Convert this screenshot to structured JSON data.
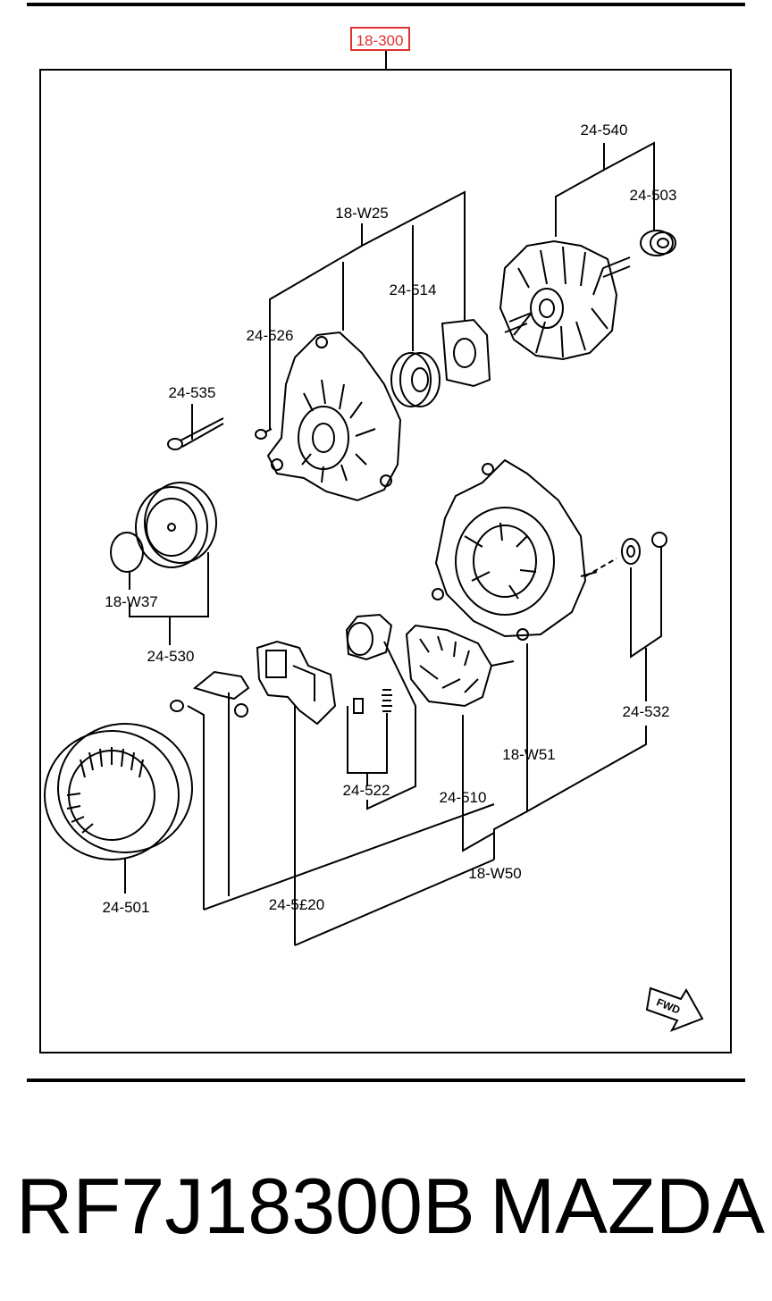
{
  "assembly": {
    "code": "18-300",
    "highlight_color": "#e03030"
  },
  "callouts": {
    "c24_540": "24-540",
    "c24_503": "24-503",
    "c18_w25": "18-W25",
    "c24_514": "24-514",
    "c24_526": "24-526",
    "c24_535": "24-535",
    "c18_w37": "18-W37",
    "c24_530": "24-530",
    "c24_532": "24-532",
    "c18_w51": "18-W51",
    "c24_522": "24-522",
    "c24_510": "24-510",
    "c18_w50": "18-W50",
    "c24_501": "24-501",
    "c24_520": "24-5£20"
  },
  "direction_badge": "FWD",
  "footer": {
    "part_number": "RF7J18300B",
    "brand": "MAZDA"
  }
}
